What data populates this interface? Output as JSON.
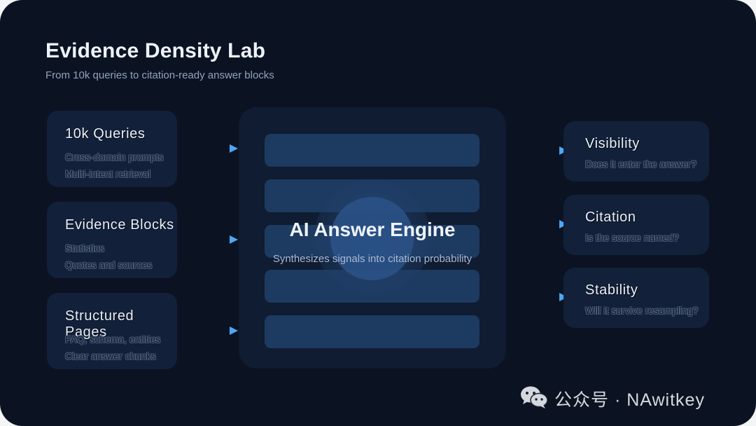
{
  "header": {
    "title": "Evidence Density Lab",
    "subtitle": "From 10k queries to citation-ready answer blocks"
  },
  "inputs": [
    {
      "title": "10k Queries",
      "lines": [
        "Cross-domain prompts",
        "Multi-intent retrieval"
      ]
    },
    {
      "title": "Evidence Blocks",
      "lines": [
        "Statistics",
        "Quotes and sources"
      ]
    },
    {
      "title": "Structured Pages",
      "lines": [
        "FAQ, schema, entities",
        "Clear answer chunks"
      ]
    }
  ],
  "engine": {
    "title": "AI Answer Engine",
    "subtitle": "Synthesizes signals into citation probability"
  },
  "outputs": [
    {
      "title": "Visibility",
      "line": "Does it enter the answer?"
    },
    {
      "title": "Citation",
      "line": "Is the source named?"
    },
    {
      "title": "Stability",
      "line": "Will it survive resampling?"
    }
  ],
  "footer": {
    "icon": "wechat-icon",
    "text": "公众号 · NAwitkey"
  },
  "colors": {
    "background": "#0b1322",
    "card": "#12203a",
    "accent_arrow": "#4ea7f5",
    "engine_bar": "#1d3a60"
  }
}
